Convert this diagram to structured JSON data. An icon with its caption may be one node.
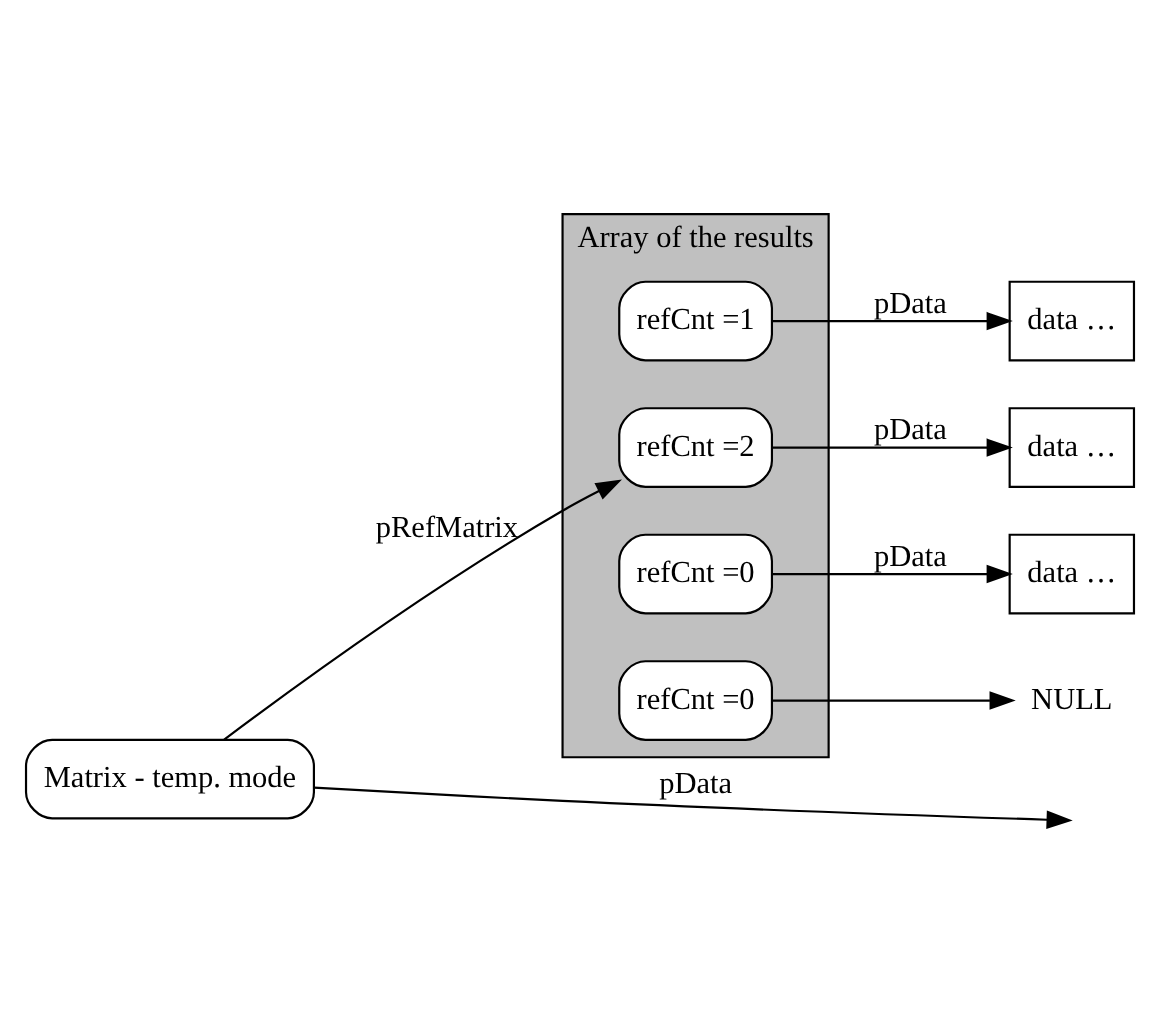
{
  "diagram": {
    "nodes": [
      {
        "text": [
          "Array of the results"
        ]
      },
      {
        "text": [
          "refCnt =1"
        ],
        "in": 0
      },
      {
        "text": [
          "refCnt =2"
        ],
        "in": 0
      },
      {
        "text": [
          "refCnt =0"
        ],
        "in": 0
      },
      {
        "text": [
          "refCnt =0"
        ],
        "in": 0
      },
      {
        "text": [
          "Matrix - temp. mode"
        ]
      },
      {
        "text": [
          "data …"
        ]
      },
      {
        "text": [
          "data …"
        ]
      },
      {
        "text": [
          "data …"
        ]
      },
      {
        "text": [
          "NULL"
        ]
      }
    ],
    "edges": [
      {
        "from": 1,
        "to": 6,
        "arrow": "to",
        "label": "pData"
      },
      {
        "from": 5,
        "to": 2,
        "arrow": "to",
        "label": "pRefMatrix"
      },
      {
        "from": 2,
        "to": 7,
        "arrow": "to",
        "label": "pData"
      },
      {
        "from": 5,
        "to": null,
        "arrow": "to",
        "label": "pData"
      },
      {
        "from": 3,
        "to": 8,
        "arrow": "to",
        "label": "pData"
      },
      {
        "from": 4,
        "to": 9,
        "arrow": "to"
      }
    ]
  }
}
